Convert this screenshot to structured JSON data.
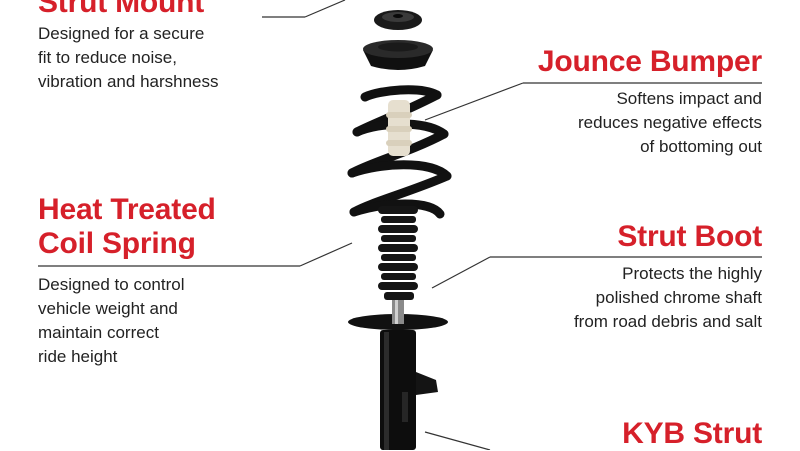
{
  "colors": {
    "accent": "#d6202a",
    "text": "#222222",
    "leader_line": "#333333",
    "part_dark": "#111111",
    "bumper": "#e6dfcf"
  },
  "callouts": {
    "strut_mount": {
      "title": "Strut Mount",
      "desc": [
        "Designed for a secure",
        "fit to reduce noise,",
        "vibration and harshness"
      ]
    },
    "jounce_bumper": {
      "title": "Jounce Bumper",
      "desc": [
        "Softens impact and",
        "reduces negative effects",
        "of bottoming out"
      ]
    },
    "coil_spring": {
      "title": [
        "Heat Treated",
        "Coil Spring"
      ],
      "desc": [
        "Designed to control",
        "vehicle weight and",
        "maintain correct",
        "ride height"
      ]
    },
    "strut_boot": {
      "title": "Strut Boot",
      "desc": [
        "Protects the highly",
        "polished chrome shaft",
        "from road debris and salt"
      ]
    },
    "kyb_strut": {
      "title": "KYB Strut"
    }
  }
}
